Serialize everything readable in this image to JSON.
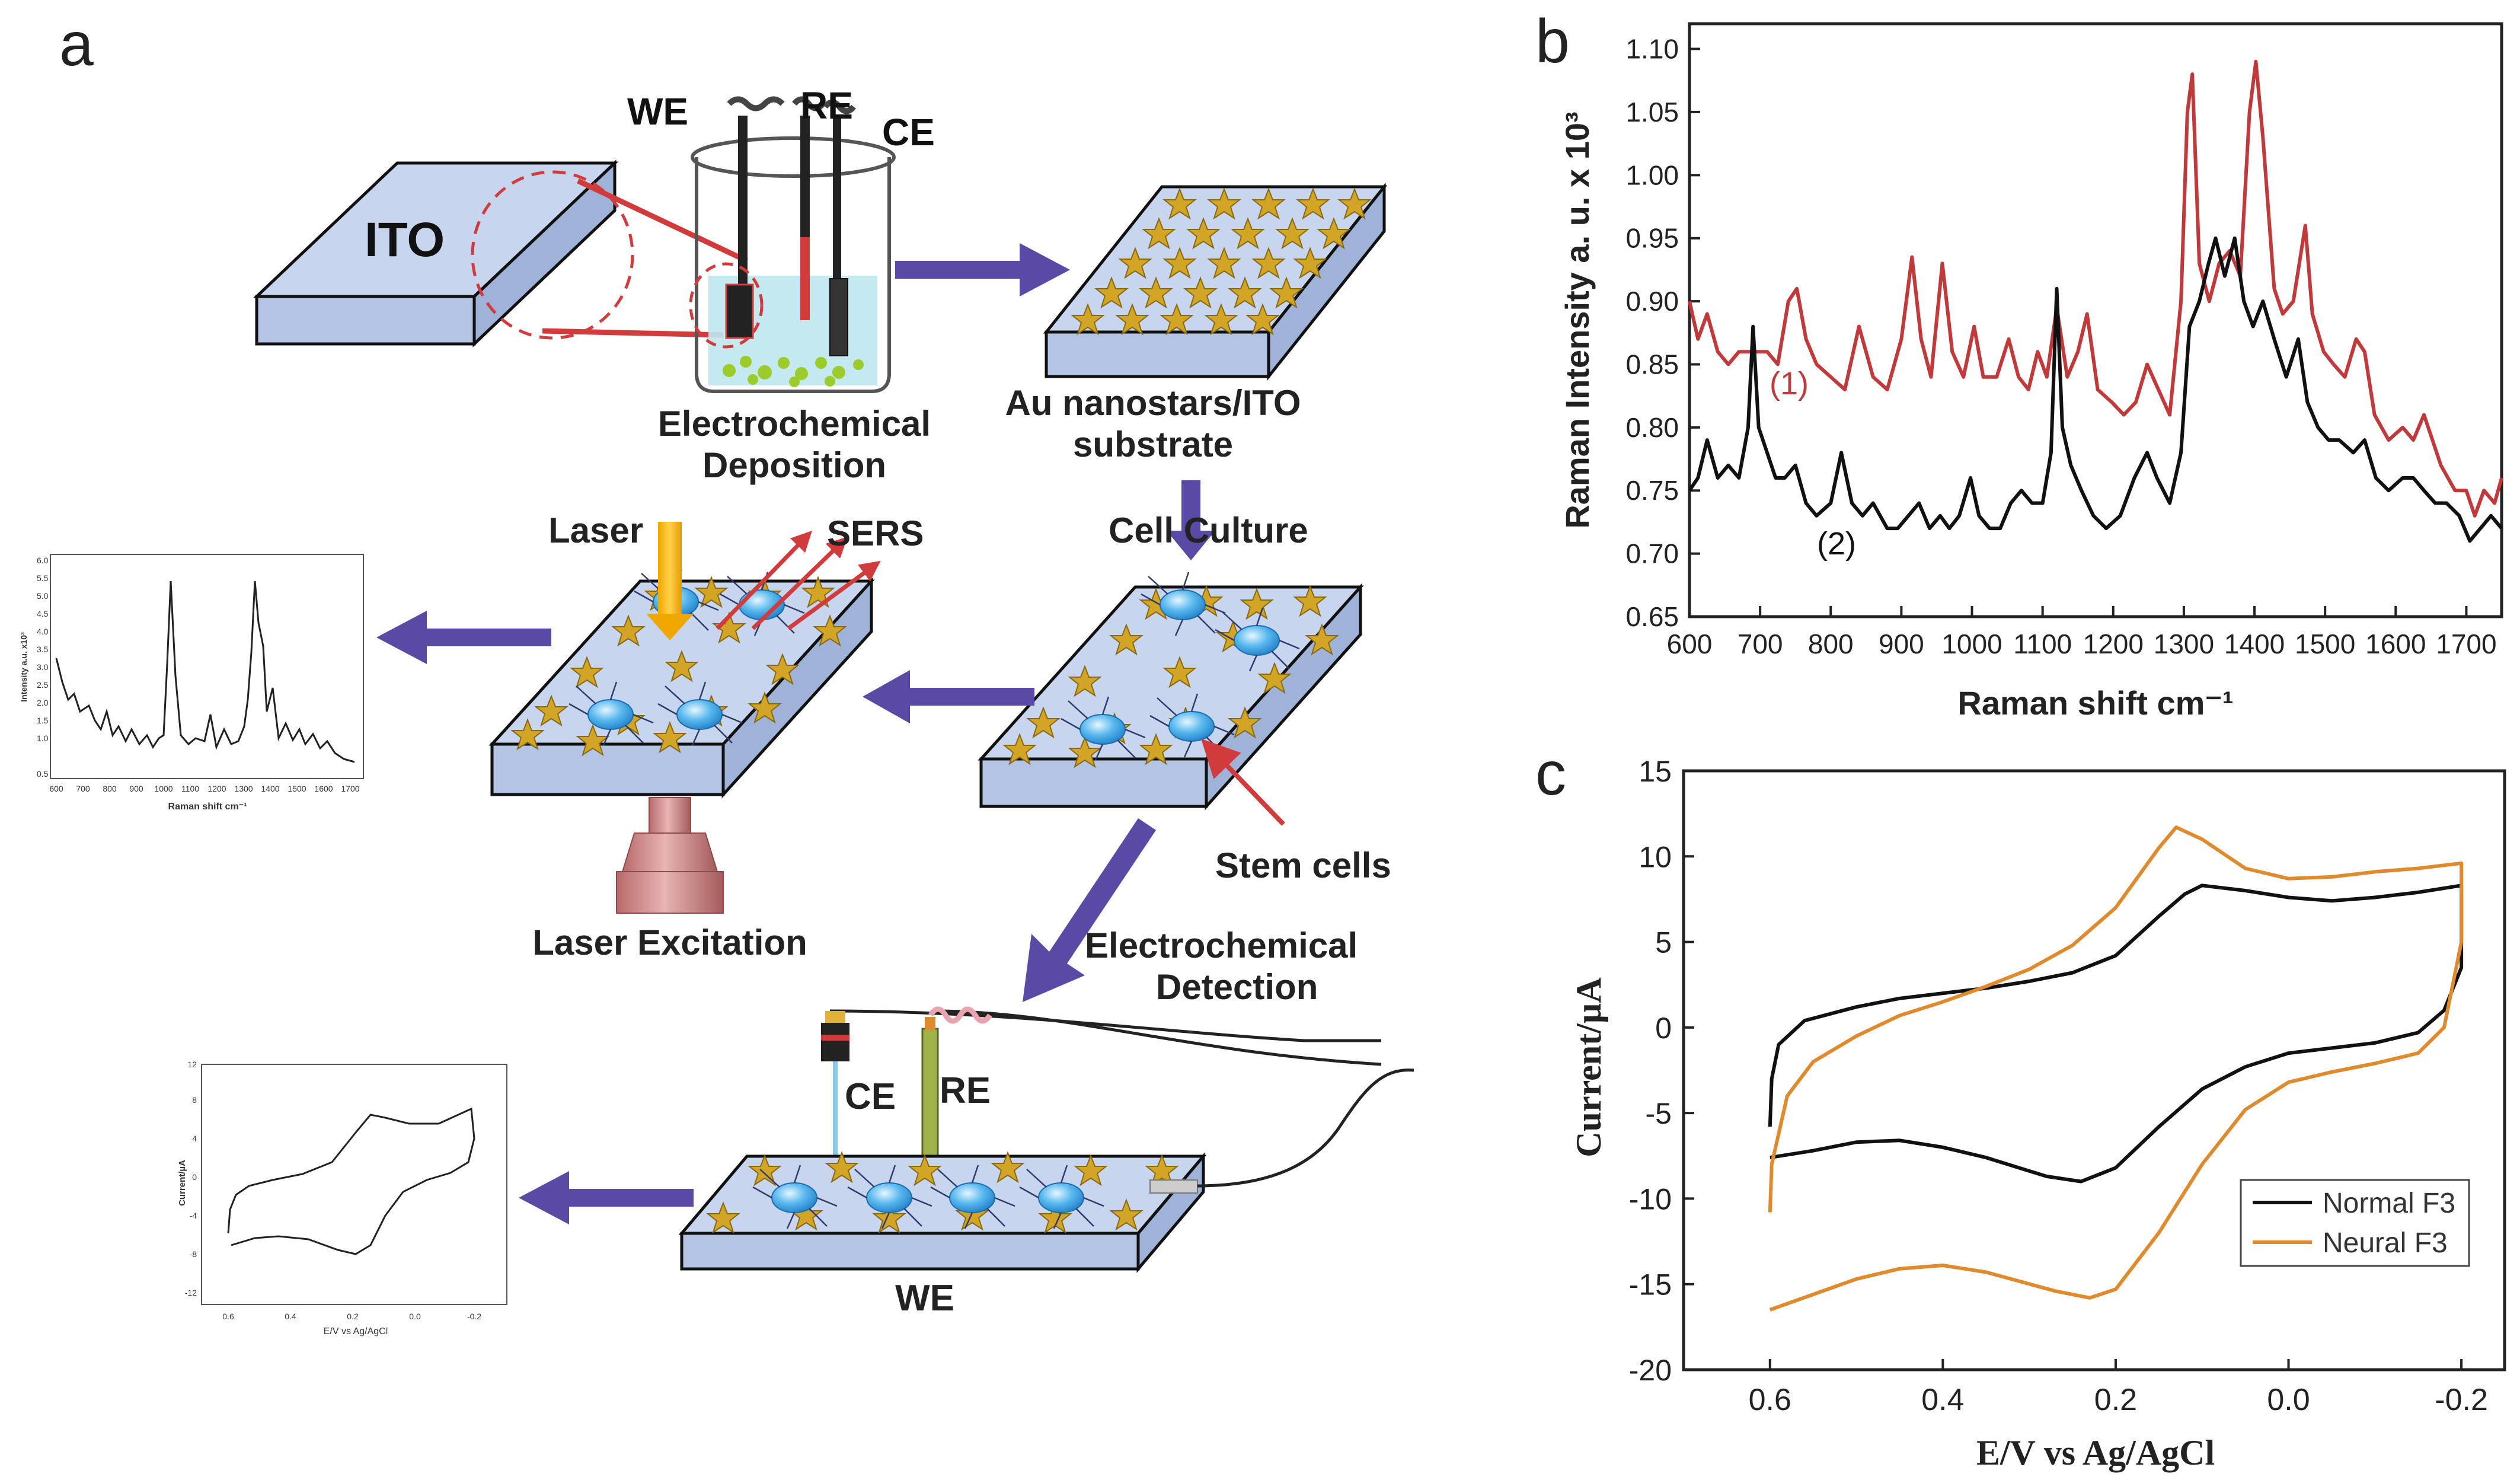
{
  "panel_a": {
    "letter": "a",
    "labels": {
      "ito": "ITO",
      "we_top": "WE",
      "re_top": "RE",
      "ce_top": "CE",
      "electrochem_dep_1": "Electrochemical",
      "electrochem_dep_2": "Deposition",
      "au_sub_1": "Au nanostars/ITO",
      "au_sub_2": "substrate",
      "cell_culture": "Cell  Culture",
      "laser": "Laser",
      "sers": "SERS",
      "laser_excitation": "Laser Excitation",
      "stem_cells": "Stem cells",
      "ec_detection_1": "Electrochemical",
      "ec_detection_2": "Detection",
      "ce_bottom": "CE",
      "re_bottom": "RE",
      "we_bottom": "WE"
    },
    "mini_raman": {
      "y_ticks": [
        "0.5",
        "1.0",
        "1.5",
        "2.0",
        "2.5",
        "3.0",
        "3.5",
        "4.0",
        "4.5",
        "5.0",
        "5.5",
        "6.0"
      ],
      "x_ticks": [
        "600",
        "700",
        "800",
        "900",
        "1000",
        "1100",
        "1200",
        "1300",
        "1400",
        "1500",
        "1600",
        "1700"
      ],
      "ylabel": "Intensity a.u. x10³",
      "xlabel": "Raman shift cm⁻¹"
    },
    "mini_cv": {
      "y_ticks": [
        "12",
        "8",
        "4",
        "0",
        "-4",
        "-8",
        "-12"
      ],
      "x_ticks": [
        "0.6",
        "0.4",
        "0.2",
        "0.0",
        "-0.2"
      ],
      "ylabel": "Current/µA",
      "xlabel": "E/V vs Ag/AgCl"
    }
  },
  "chart_data": [
    {
      "panel": "b",
      "type": "line",
      "xlabel": "Raman shift cm⁻¹",
      "ylabel": "Raman Intensity a. u. x 10³",
      "xlim": [
        600,
        1750
      ],
      "ylim": [
        0.65,
        1.12
      ],
      "x_ticks": [
        600,
        700,
        800,
        900,
        1000,
        1100,
        1200,
        1300,
        1400,
        1500,
        1600,
        1700
      ],
      "y_ticks": [
        "0.65",
        "0.70",
        "0.75",
        "0.80",
        "0.85",
        "0.90",
        "0.95",
        "1.00",
        "1.05",
        "1.10"
      ],
      "annotations": [
        "(1)",
        "(2)"
      ],
      "series": [
        {
          "label": "(1)",
          "color": "#c0393b",
          "points": [
            [
              600,
              0.9
            ],
            [
              612,
              0.87
            ],
            [
              625,
              0.89
            ],
            [
              640,
              0.86
            ],
            [
              655,
              0.85
            ],
            [
              670,
              0.86
            ],
            [
              690,
              0.86
            ],
            [
              710,
              0.86
            ],
            [
              725,
              0.85
            ],
            [
              740,
              0.9
            ],
            [
              752,
              0.91
            ],
            [
              765,
              0.87
            ],
            [
              780,
              0.85
            ],
            [
              800,
              0.84
            ],
            [
              820,
              0.83
            ],
            [
              840,
              0.88
            ],
            [
              860,
              0.84
            ],
            [
              880,
              0.83
            ],
            [
              900,
              0.87
            ],
            [
              915,
              0.935
            ],
            [
              928,
              0.87
            ],
            [
              942,
              0.84
            ],
            [
              958,
              0.93
            ],
            [
              972,
              0.86
            ],
            [
              988,
              0.84
            ],
            [
              1003,
              0.88
            ],
            [
              1016,
              0.84
            ],
            [
              1035,
              0.84
            ],
            [
              1052,
              0.87
            ],
            [
              1066,
              0.84
            ],
            [
              1080,
              0.83
            ],
            [
              1093,
              0.86
            ],
            [
              1106,
              0.84
            ],
            [
              1120,
              0.895
            ],
            [
              1135,
              0.84
            ],
            [
              1150,
              0.86
            ],
            [
              1163,
              0.89
            ],
            [
              1178,
              0.83
            ],
            [
              1198,
              0.82
            ],
            [
              1215,
              0.81
            ],
            [
              1232,
              0.82
            ],
            [
              1248,
              0.85
            ],
            [
              1264,
              0.83
            ],
            [
              1280,
              0.81
            ],
            [
              1296,
              0.9
            ],
            [
              1305,
              1.05
            ],
            [
              1312,
              1.08
            ],
            [
              1322,
              0.93
            ],
            [
              1336,
              0.9
            ],
            [
              1350,
              0.93
            ],
            [
              1365,
              0.94
            ],
            [
              1380,
              0.92
            ],
            [
              1393,
              1.05
            ],
            [
              1402,
              1.09
            ],
            [
              1412,
              1.03
            ],
            [
              1428,
              0.91
            ],
            [
              1440,
              0.89
            ],
            [
              1455,
              0.9
            ],
            [
              1472,
              0.96
            ],
            [
              1482,
              0.89
            ],
            [
              1498,
              0.86
            ],
            [
              1512,
              0.85
            ],
            [
              1528,
              0.84
            ],
            [
              1544,
              0.87
            ],
            [
              1556,
              0.86
            ],
            [
              1570,
              0.81
            ],
            [
              1590,
              0.79
            ],
            [
              1610,
              0.8
            ],
            [
              1625,
              0.79
            ],
            [
              1640,
              0.81
            ],
            [
              1652,
              0.79
            ],
            [
              1664,
              0.77
            ],
            [
              1684,
              0.75
            ],
            [
              1700,
              0.75
            ],
            [
              1712,
              0.73
            ],
            [
              1725,
              0.75
            ],
            [
              1740,
              0.74
            ],
            [
              1750,
              0.76
            ]
          ]
        },
        {
          "label": "(2)",
          "color": "#111111",
          "points": [
            [
              600,
              0.75
            ],
            [
              612,
              0.76
            ],
            [
              625,
              0.79
            ],
            [
              640,
              0.76
            ],
            [
              655,
              0.77
            ],
            [
              670,
              0.76
            ],
            [
              683,
              0.8
            ],
            [
              690,
              0.88
            ],
            [
              698,
              0.8
            ],
            [
              710,
              0.78
            ],
            [
              722,
              0.76
            ],
            [
              735,
              0.76
            ],
            [
              750,
              0.77
            ],
            [
              765,
              0.74
            ],
            [
              780,
              0.73
            ],
            [
              800,
              0.74
            ],
            [
              815,
              0.78
            ],
            [
              830,
              0.74
            ],
            [
              845,
              0.73
            ],
            [
              860,
              0.74
            ],
            [
              880,
              0.72
            ],
            [
              895,
              0.72
            ],
            [
              910,
              0.73
            ],
            [
              925,
              0.74
            ],
            [
              940,
              0.72
            ],
            [
              955,
              0.73
            ],
            [
              968,
              0.72
            ],
            [
              982,
              0.73
            ],
            [
              998,
              0.76
            ],
            [
              1010,
              0.73
            ],
            [
              1025,
              0.72
            ],
            [
              1040,
              0.72
            ],
            [
              1055,
              0.74
            ],
            [
              1070,
              0.75
            ],
            [
              1085,
              0.74
            ],
            [
              1100,
              0.74
            ],
            [
              1112,
              0.78
            ],
            [
              1120,
              0.91
            ],
            [
              1128,
              0.8
            ],
            [
              1140,
              0.77
            ],
            [
              1155,
              0.75
            ],
            [
              1172,
              0.73
            ],
            [
              1190,
              0.72
            ],
            [
              1210,
              0.73
            ],
            [
              1230,
              0.76
            ],
            [
              1248,
              0.78
            ],
            [
              1262,
              0.76
            ],
            [
              1280,
              0.74
            ],
            [
              1296,
              0.78
            ],
            [
              1308,
              0.88
            ],
            [
              1322,
              0.9
            ],
            [
              1335,
              0.93
            ],
            [
              1345,
              0.95
            ],
            [
              1358,
              0.92
            ],
            [
              1372,
              0.95
            ],
            [
              1385,
              0.9
            ],
            [
              1398,
              0.88
            ],
            [
              1412,
              0.9
            ],
            [
              1428,
              0.87
            ],
            [
              1445,
              0.84
            ],
            [
              1462,
              0.87
            ],
            [
              1475,
              0.82
            ],
            [
              1490,
              0.8
            ],
            [
              1505,
              0.79
            ],
            [
              1520,
              0.79
            ],
            [
              1540,
              0.78
            ],
            [
              1556,
              0.79
            ],
            [
              1572,
              0.76
            ],
            [
              1590,
              0.75
            ],
            [
              1610,
              0.76
            ],
            [
              1625,
              0.76
            ],
            [
              1640,
              0.75
            ],
            [
              1656,
              0.74
            ],
            [
              1672,
              0.74
            ],
            [
              1690,
              0.73
            ],
            [
              1705,
              0.71
            ],
            [
              1720,
              0.72
            ],
            [
              1735,
              0.73
            ],
            [
              1750,
              0.72
            ]
          ]
        }
      ]
    },
    {
      "panel": "c",
      "type": "line",
      "xlabel": "E/V vs Ag/AgCl",
      "ylabel": "Current/µA",
      "xlim": [
        0.7,
        -0.25
      ],
      "ylim": [
        -20,
        15
      ],
      "x_ticks": [
        "0.6",
        "0.4",
        "0.2",
        "0.0",
        "-0.2"
      ],
      "y_ticks": [
        "15",
        "10",
        "5",
        "0",
        "-5",
        "-10",
        "-15",
        "-20"
      ],
      "legend_position": "bottom-right",
      "series": [
        {
          "name": "Normal F3",
          "color": "#111111",
          "points": [
            [
              0.6,
              -5.8
            ],
            [
              0.598,
              -3
            ],
            [
              0.59,
              -1
            ],
            [
              0.56,
              0.4
            ],
            [
              0.5,
              1.2
            ],
            [
              0.45,
              1.7
            ],
            [
              0.4,
              2.0
            ],
            [
              0.35,
              2.3
            ],
            [
              0.3,
              2.7
            ],
            [
              0.25,
              3.2
            ],
            [
              0.2,
              4.2
            ],
            [
              0.15,
              6.5
            ],
            [
              0.12,
              7.8
            ],
            [
              0.1,
              8.3
            ],
            [
              0.05,
              8.0
            ],
            [
              0.0,
              7.6
            ],
            [
              -0.05,
              7.4
            ],
            [
              -0.1,
              7.6
            ],
            [
              -0.15,
              7.9
            ],
            [
              -0.2,
              8.3
            ],
            [
              -0.2,
              3.5
            ],
            [
              -0.18,
              1
            ],
            [
              -0.15,
              -0.3
            ],
            [
              -0.1,
              -0.9
            ],
            [
              -0.05,
              -1.2
            ],
            [
              0.0,
              -1.5
            ],
            [
              0.05,
              -2.3
            ],
            [
              0.1,
              -3.6
            ],
            [
              0.15,
              -5.8
            ],
            [
              0.2,
              -8.2
            ],
            [
              0.24,
              -9.0
            ],
            [
              0.28,
              -8.7
            ],
            [
              0.35,
              -7.6
            ],
            [
              0.4,
              -7.0
            ],
            [
              0.45,
              -6.6
            ],
            [
              0.5,
              -6.7
            ],
            [
              0.55,
              -7.2
            ],
            [
              0.6,
              -7.6
            ]
          ]
        },
        {
          "name": "Neural F3",
          "color": "#e08a2e",
          "points": [
            [
              0.6,
              -10.8
            ],
            [
              0.598,
              -8
            ],
            [
              0.58,
              -4
            ],
            [
              0.55,
              -2
            ],
            [
              0.5,
              -0.5
            ],
            [
              0.45,
              0.7
            ],
            [
              0.4,
              1.5
            ],
            [
              0.35,
              2.4
            ],
            [
              0.3,
              3.4
            ],
            [
              0.25,
              4.8
            ],
            [
              0.2,
              7.0
            ],
            [
              0.15,
              10.5
            ],
            [
              0.13,
              11.7
            ],
            [
              0.1,
              11.0
            ],
            [
              0.05,
              9.3
            ],
            [
              0.0,
              8.7
            ],
            [
              -0.05,
              8.8
            ],
            [
              -0.1,
              9.1
            ],
            [
              -0.15,
              9.3
            ],
            [
              -0.2,
              9.6
            ],
            [
              -0.2,
              5
            ],
            [
              -0.18,
              0
            ],
            [
              -0.15,
              -1.5
            ],
            [
              -0.1,
              -2.1
            ],
            [
              -0.05,
              -2.6
            ],
            [
              0.0,
              -3.2
            ],
            [
              0.05,
              -4.8
            ],
            [
              0.1,
              -8
            ],
            [
              0.15,
              -12
            ],
            [
              0.2,
              -15.3
            ],
            [
              0.23,
              -15.8
            ],
            [
              0.27,
              -15.4
            ],
            [
              0.35,
              -14.3
            ],
            [
              0.4,
              -13.9
            ],
            [
              0.45,
              -14.1
            ],
            [
              0.5,
              -14.7
            ],
            [
              0.55,
              -15.6
            ],
            [
              0.6,
              -16.5
            ]
          ]
        }
      ]
    }
  ]
}
